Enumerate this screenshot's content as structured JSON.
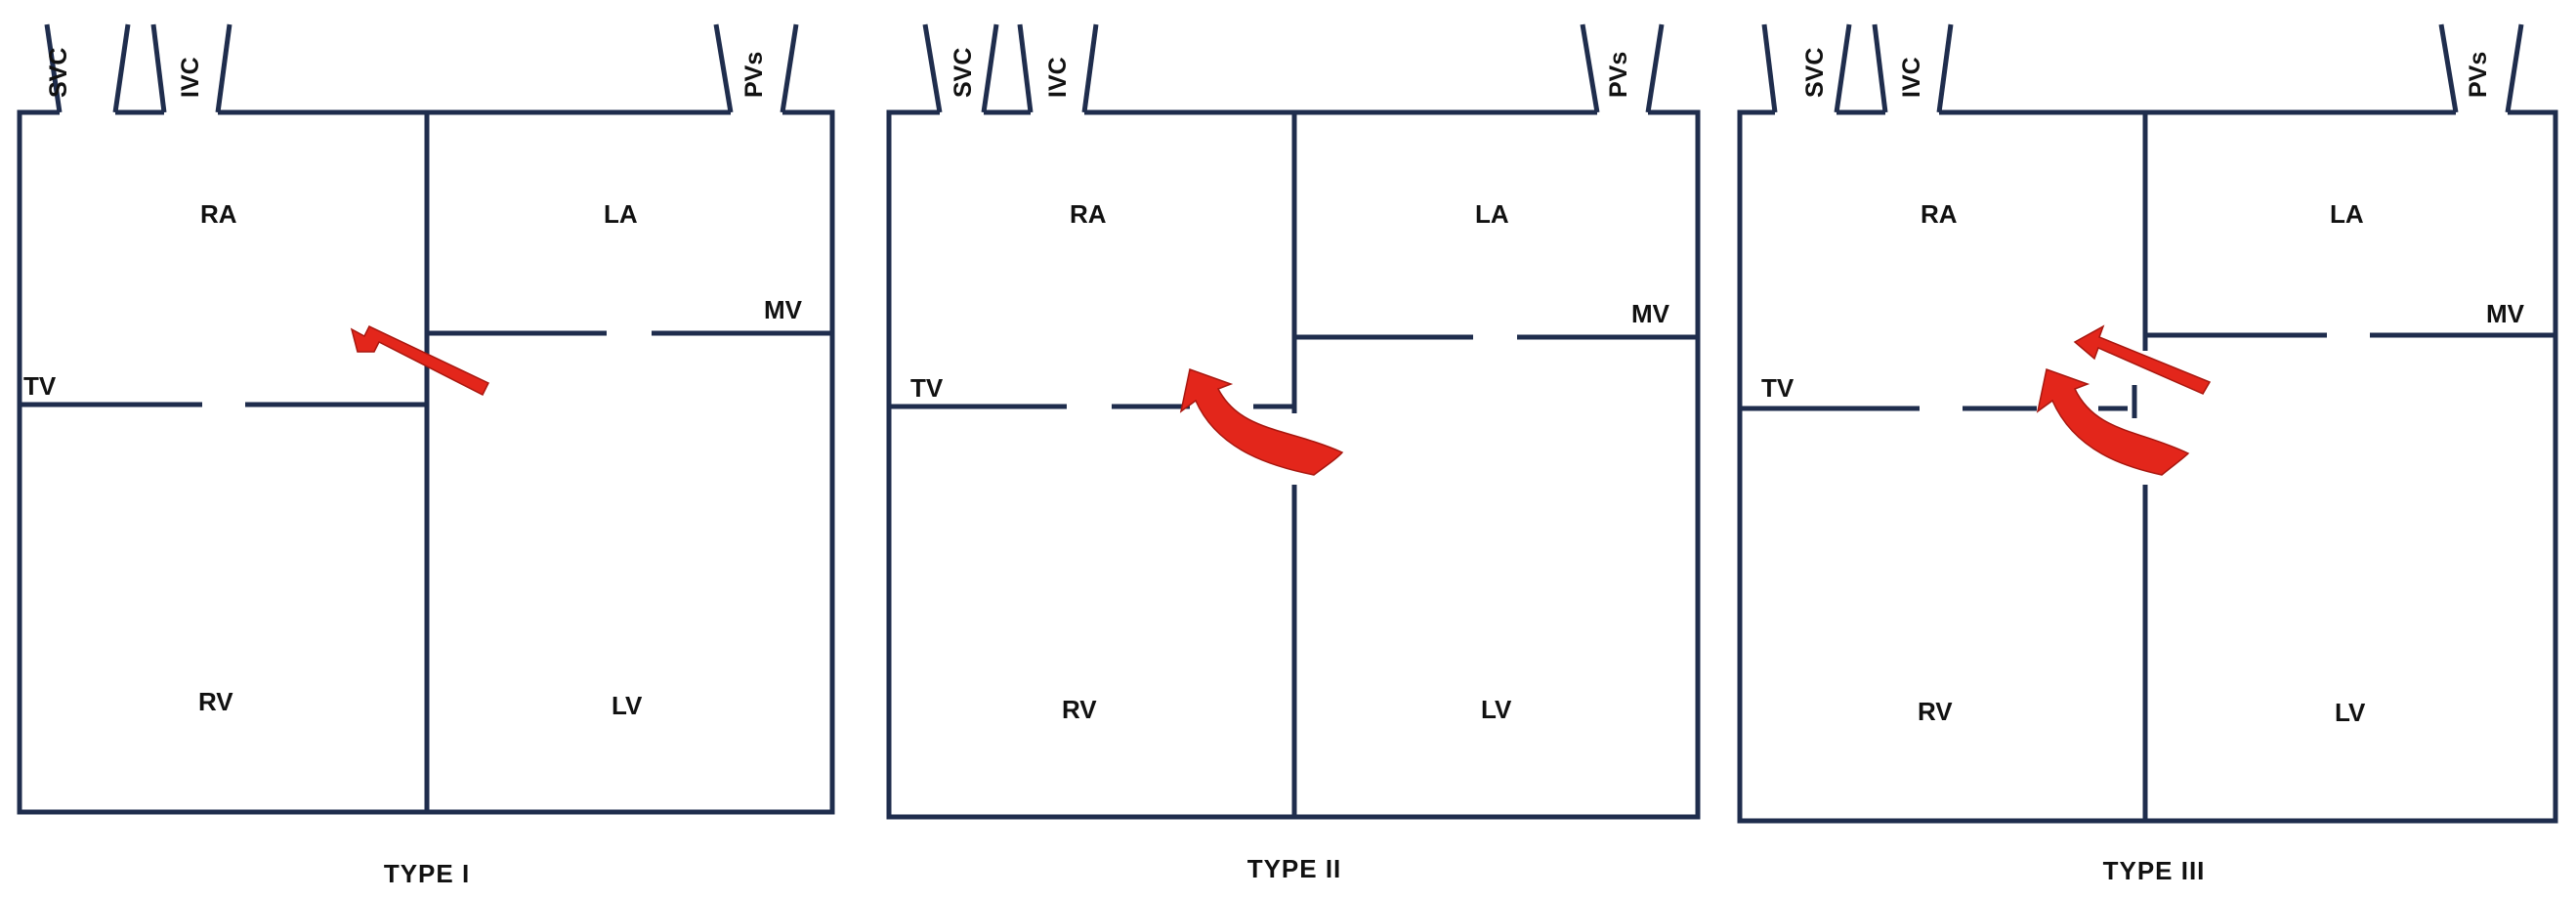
{
  "colors": {
    "wall": "#1f2d4d",
    "shunt_arrow": "#e3261b",
    "background": "#ffffff"
  },
  "panels": [
    {
      "caption": "TYPE I",
      "labels": {
        "svc": "SVC",
        "ivc": "IVC",
        "pvs": "PVs",
        "ra": "RA",
        "la": "LA",
        "rv": "RV",
        "lv": "LV",
        "tv": "TV",
        "mv": "MV"
      },
      "shunt_arrows": [
        "straight-arrow"
      ]
    },
    {
      "caption": "TYPE II",
      "labels": {
        "svc": "SVC",
        "ivc": "IVC",
        "pvs": "PVs",
        "ra": "RA",
        "la": "LA",
        "rv": "RV",
        "lv": "LV",
        "tv": "TV",
        "mv": "MV"
      },
      "shunt_arrows": [
        "curved-arrow"
      ]
    },
    {
      "caption": "TYPE III",
      "labels": {
        "svc": "SVC",
        "ivc": "IVC",
        "pvs": "PVs",
        "ra": "RA",
        "la": "LA",
        "rv": "RV",
        "lv": "LV",
        "tv": "TV",
        "mv": "MV"
      },
      "shunt_arrows": [
        "straight-arrow",
        "curved-arrow"
      ]
    }
  ]
}
